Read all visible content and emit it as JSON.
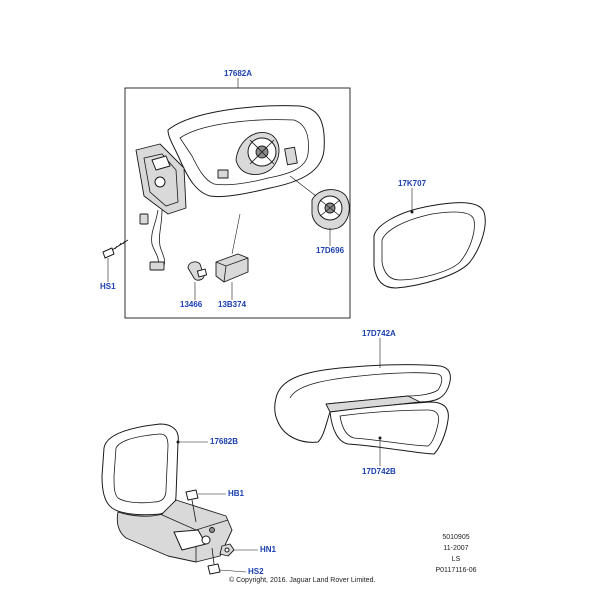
{
  "callouts": {
    "mirror_assembly": "17682A",
    "glass": "17K707",
    "screw_hs1": "HS1",
    "bulb_13466": "13466",
    "lamp_13b374": "13B374",
    "motor_17d696": "17D696",
    "cover_top": "17D742A",
    "cover_bottom": "17D742B",
    "mirror_17682b": "17682B",
    "bolt_hb1": "HB1",
    "nut_hn1": "HN1",
    "screw_hs2": "HS2"
  },
  "footer": {
    "code": "5010905",
    "date": "11-2007",
    "region": "LS",
    "ref": "P0117116-06",
    "copyright": "© Copyright, 2016. Jaguar Land Rover Limited."
  }
}
